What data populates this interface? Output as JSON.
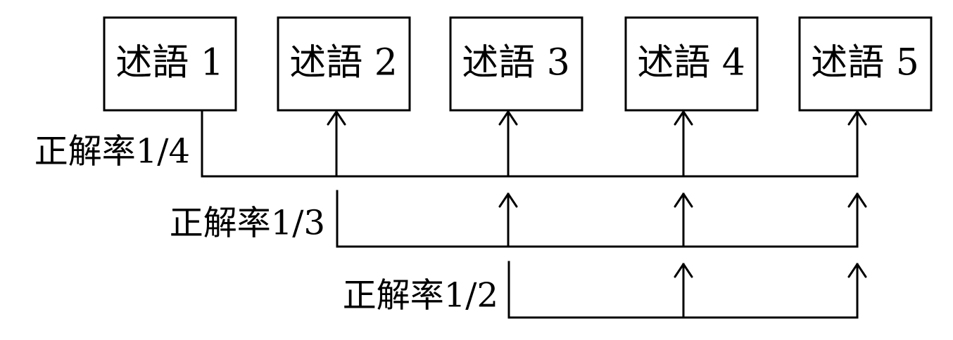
{
  "predicates": [
    {
      "label": "述語 1"
    },
    {
      "label": "述語 2"
    },
    {
      "label": "述語 3"
    },
    {
      "label": "述語 4"
    },
    {
      "label": "述語 5"
    }
  ],
  "rates": [
    {
      "label": "正解率1/4"
    },
    {
      "label": "正解率1/3"
    },
    {
      "label": "正解率1/2"
    }
  ]
}
